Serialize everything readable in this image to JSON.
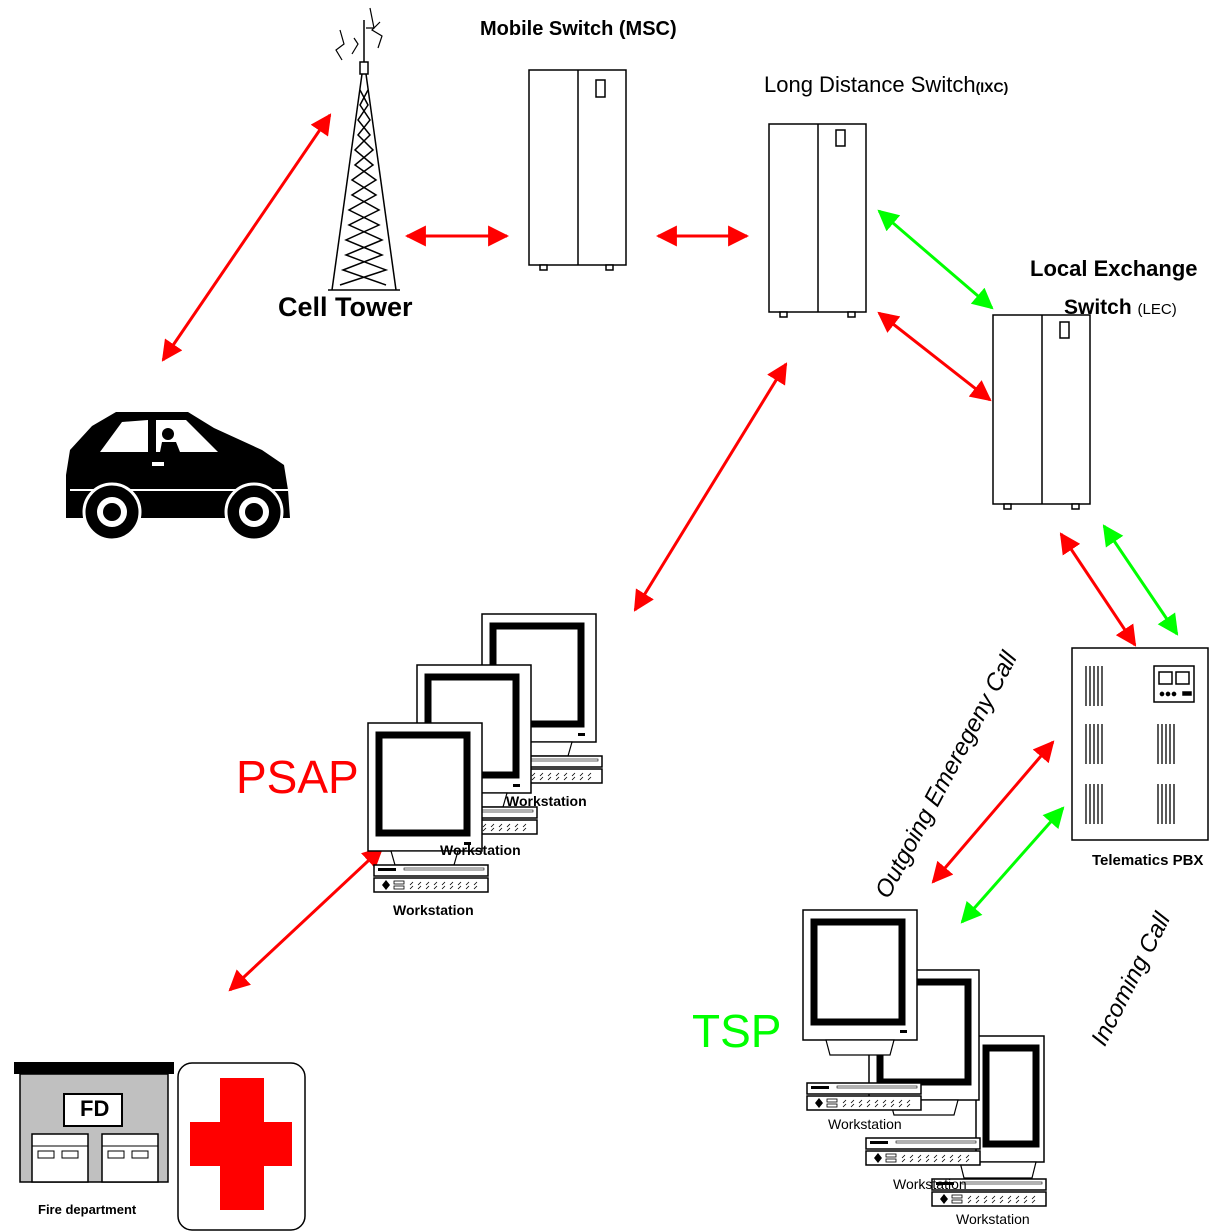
{
  "labels": {
    "msc": "Mobile Switch  (MSC)",
    "ixc_main": "Long Distance Switch",
    "ixc_suffix": "(IXC)",
    "lec_line1": "Local Exchange",
    "lec_line2": "Switch",
    "lec_suffix": "(LEC)",
    "cell_tower": "Cell Tower",
    "psap": "PSAP",
    "tsp": "TSP",
    "telematics_pbx": "Telematics PBX",
    "outgoing_call": "Outgoing Emeregeny  Call",
    "incoming_call": "Incoming Call",
    "fd_sign": "FD",
    "fire_department": "Fire department",
    "workstation": "Workstation"
  },
  "colors": {
    "emergency_link": "#ff0000",
    "incoming_link": "#00ff00",
    "psap_text": "#ff0000",
    "tsp_text": "#00ff00",
    "red_cross": "#ff0000",
    "fd_building": "#c0c0c0"
  }
}
